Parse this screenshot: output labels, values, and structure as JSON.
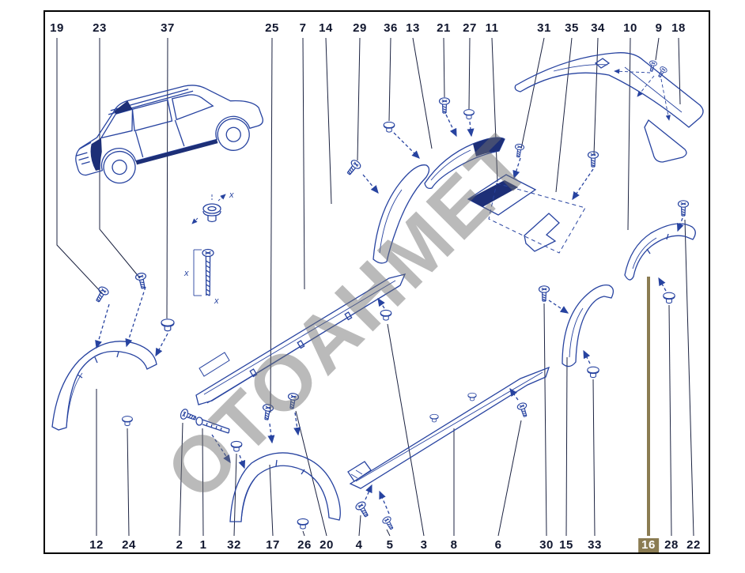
{
  "page": {
    "watermark_text": "OTOAHMET"
  },
  "colors": {
    "background": "#ffffff",
    "border": "#000000",
    "diagram": "#2743a0",
    "diagram_dark": "#1d2f77",
    "leader": "#1b2240",
    "label_text": "#10162e",
    "highlight": "#8b7c52",
    "highlight_text": "#ffffff",
    "watermark": "#6e6e6e"
  },
  "selected_part": "16",
  "annotations": {
    "x1": "x",
    "x2": "x",
    "x3": "x"
  },
  "top_labels": [
    {
      "text": "19"
    },
    {
      "text": "23"
    },
    {
      "text": "37"
    },
    {
      "text": "25"
    },
    {
      "text": "7"
    },
    {
      "text": "14"
    },
    {
      "text": "29"
    },
    {
      "text": "36"
    },
    {
      "text": "13"
    },
    {
      "text": "21"
    },
    {
      "text": "27"
    },
    {
      "text": "11"
    },
    {
      "text": "31"
    },
    {
      "text": "35"
    },
    {
      "text": "34"
    },
    {
      "text": "10"
    },
    {
      "text": "9"
    },
    {
      "text": "18"
    }
  ],
  "bottom_labels": [
    {
      "text": "12"
    },
    {
      "text": "24"
    },
    {
      "text": "2"
    },
    {
      "text": "1"
    },
    {
      "text": "32"
    },
    {
      "text": "17"
    },
    {
      "text": "26"
    },
    {
      "text": "20"
    },
    {
      "text": "4"
    },
    {
      "text": "5"
    },
    {
      "text": "3"
    },
    {
      "text": "8"
    },
    {
      "text": "6"
    },
    {
      "text": "30"
    },
    {
      "text": "15"
    },
    {
      "text": "33"
    },
    {
      "text": "16",
      "highlighted": true
    },
    {
      "text": "28"
    },
    {
      "text": "22"
    }
  ]
}
